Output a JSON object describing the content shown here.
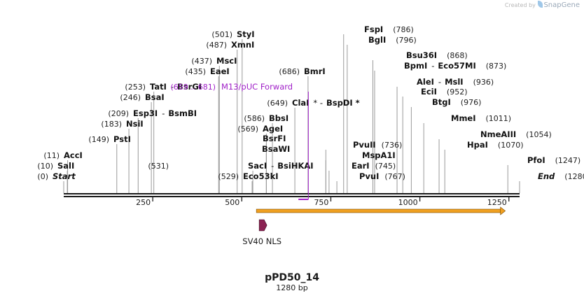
{
  "credit": {
    "prefix": "Created by",
    "brand": "SnapGene"
  },
  "plasmid": {
    "name": "pPD50_14",
    "length_label": "1280 bp",
    "length": 1280
  },
  "colors": {
    "axis": "#1a1a1a",
    "leader": "#9a9a9a",
    "primer": "#a020c8",
    "orf": "#f0a020",
    "nls": "#8b2252"
  },
  "ticks": [
    {
      "pos": 250,
      "label": "250"
    },
    {
      "pos": 500,
      "label": "500"
    },
    {
      "pos": 750,
      "label": "750"
    },
    {
      "pos": 1000,
      "label": "1000"
    },
    {
      "pos": 1250,
      "label": "1250"
    }
  ],
  "enzymes": [
    {
      "name": "Start",
      "site": "(0)",
      "pos": 0,
      "italic": true
    },
    {
      "name": "SalI",
      "site": "(10)",
      "pos": 10
    },
    {
      "name": "AccI",
      "site": "(11)",
      "pos": 11
    },
    {
      "name": "PstI",
      "site": "(149)",
      "pos": 149
    },
    {
      "name": "NsiI",
      "site": "(183)",
      "pos": 183
    },
    {
      "name": "Esp3I",
      "site": "(209)",
      "pos": 209,
      "name2": "BsmBI"
    },
    {
      "name": "BsaI",
      "site": "(246)",
      "pos": 246
    },
    {
      "name": "TatI",
      "site": "(253)",
      "pos": 253,
      "name2": "BsrGI"
    },
    {
      "name": "Eco53kI",
      "site": "(529)",
      "pos": 529
    },
    {
      "name": "SacI",
      "site": "(531)",
      "pos": 531,
      "name2": "BsiHKAI",
      "site_right": true
    },
    {
      "name": "BsaWI",
      "site": "",
      "pos": 569
    },
    {
      "name": "BsrFI",
      "site": "",
      "pos": 569
    },
    {
      "name": "AgeI",
      "site": "(569)",
      "pos": 569
    },
    {
      "name": "BbsI",
      "site": "(586)",
      "pos": 586
    },
    {
      "name": "ClaI",
      "site": "(649)",
      "pos": 649,
      "name2": "BspDI",
      "star": true
    },
    {
      "name": "BmrI",
      "site": "(686)",
      "pos": 686
    },
    {
      "name": "EaeI",
      "site": "(435)",
      "pos": 435
    },
    {
      "name": "MscI",
      "site": "(437)",
      "pos": 437
    },
    {
      "name": "XmnI",
      "site": "(487)",
      "pos": 487
    },
    {
      "name": "StyI",
      "site": "(501)",
      "pos": 501
    },
    {
      "name": "PvuI",
      "site": "(767)",
      "pos": 767,
      "site_right": true
    },
    {
      "name": "EarI",
      "site": "(745)",
      "pos": 745,
      "site_right": true
    },
    {
      "name": "MspA1I",
      "site": "",
      "pos": 736
    },
    {
      "name": "PvuII",
      "site": "(736)",
      "pos": 736,
      "site_right": true
    },
    {
      "name": "FspI",
      "site": "(786)",
      "pos": 786
    },
    {
      "name": "BglI",
      "site": "(796)",
      "pos": 796
    },
    {
      "name": "Bsu36I",
      "site": "(868)",
      "pos": 868
    },
    {
      "name": "BpmI",
      "site": "(873)",
      "pos": 873,
      "name2": "Eco57MI"
    },
    {
      "name": "AleI",
      "site": "(936)",
      "pos": 936,
      "name2": "MslI"
    },
    {
      "name": "EciI",
      "site": "(952)",
      "pos": 952
    },
    {
      "name": "BtgI",
      "site": "(976)",
      "pos": 976
    },
    {
      "name": "MmeI",
      "site": "(1011)",
      "pos": 1011
    },
    {
      "name": "NmeAIII",
      "site": "(1054)",
      "pos": 1054
    },
    {
      "name": "HpaI",
      "site": "(1070)",
      "pos": 1070
    },
    {
      "name": "PfoI",
      "site": "(1247)",
      "pos": 1247
    },
    {
      "name": "End",
      "site": "(1280)",
      "pos": 1280,
      "italic": true
    }
  ],
  "primer": {
    "label": "M13/pUC Forward",
    "range": "(659 .. 681)",
    "start": 659,
    "end": 681
  },
  "features": [
    {
      "name": "SV40 NLS",
      "start": 541,
      "end": 562,
      "type": "nls"
    },
    {
      "name": "",
      "start": 541,
      "end": 1240,
      "type": "orf"
    }
  ]
}
